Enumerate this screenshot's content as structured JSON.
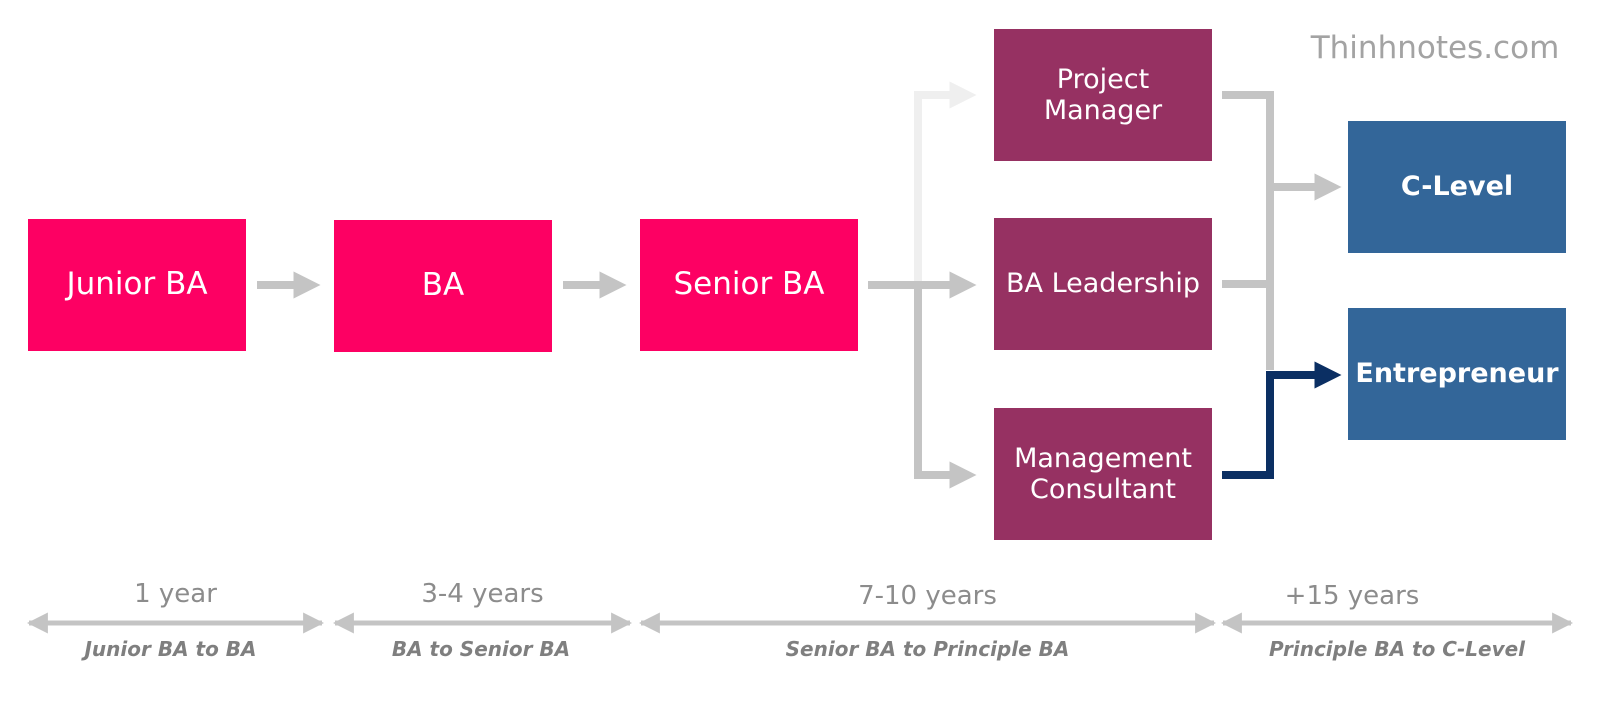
{
  "watermark": "Thinhnotes.com",
  "nodes": {
    "junior_ba": "Junior BA",
    "ba": "BA",
    "senior_ba": "Senior BA",
    "project_manager": "Project\nManager",
    "ba_leadership": "BA Leadership",
    "management_consultant": "Management\nConsultant",
    "c_level": "C-Level",
    "entrepreneur": "Entrepreneur"
  },
  "timeline": [
    {
      "duration": "1 year",
      "label": "Junior BA to BA"
    },
    {
      "duration": "3-4 years",
      "label": "BA to Senior BA"
    },
    {
      "duration": "7-10 years",
      "label": "Senior BA to Principle BA"
    },
    {
      "duration": "+15 years",
      "label": "Principle BA to C-Level"
    }
  ],
  "colors": {
    "junior_stage": "#fd0063",
    "mid_stage": "#963162",
    "top_stage": "#336699",
    "connector": "#c4c4c4",
    "connector_faint": "#efefef",
    "highlight_connector": "#0b2f63"
  }
}
